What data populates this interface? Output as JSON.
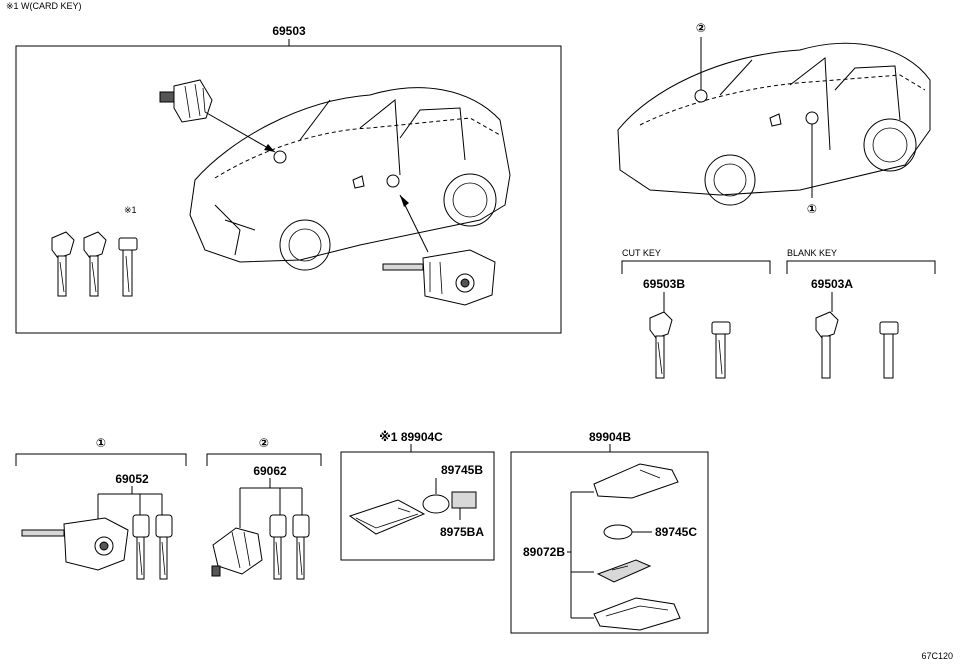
{
  "header": {
    "note": "※1 W(CARD KEY)"
  },
  "groups": {
    "main_set": {
      "part_no": "69503",
      "note_mark": "※1"
    },
    "overview": {
      "marker_1": "①",
      "marker_2": "②"
    },
    "cut_key": {
      "heading": "CUT KEY",
      "part_no": "69503B"
    },
    "blank_key": {
      "heading": "BLANK KEY",
      "part_no": "69503A"
    },
    "group1": {
      "marker": "①",
      "part_no": "69052"
    },
    "group2": {
      "marker": "②",
      "part_no": "69062"
    },
    "card_key": {
      "header": "※1 89904C",
      "battery": "89745B",
      "part": "8975BA"
    },
    "smart_key": {
      "header": "89904B",
      "battery": "89745C",
      "case": "89072B"
    }
  },
  "footer": {
    "code": "67C120"
  }
}
